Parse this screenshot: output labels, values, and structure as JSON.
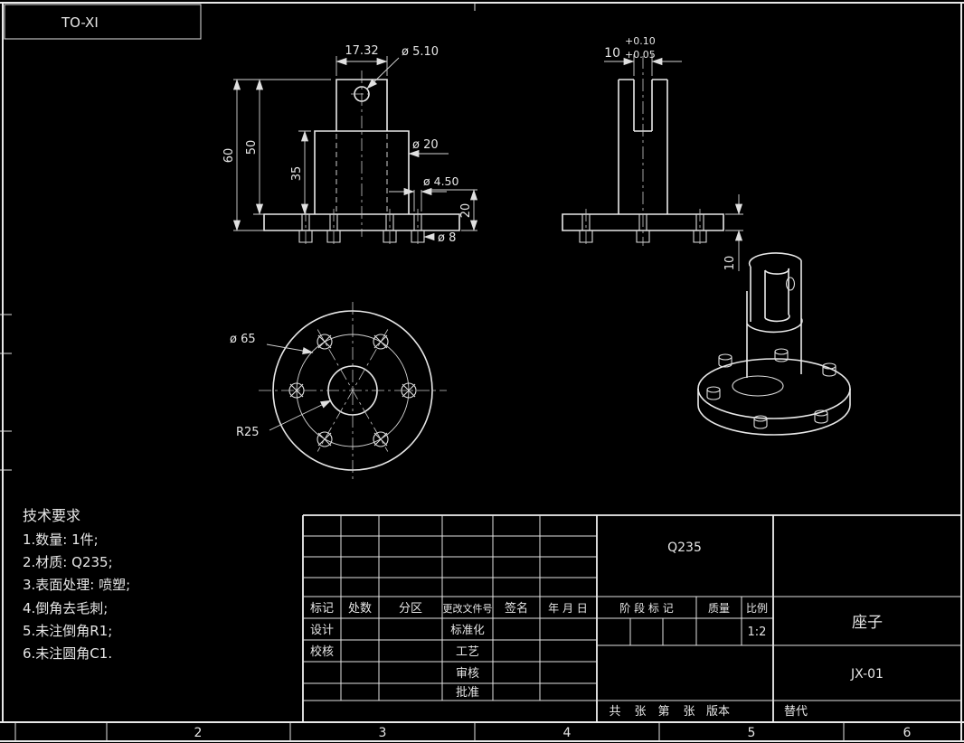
{
  "frame": {
    "zone_label": "TO-XI",
    "ruler": [
      "2",
      "3",
      "4",
      "5",
      "6"
    ]
  },
  "front_view": {
    "dim_top_width": "17.32",
    "dim_hole": "ø 5.10",
    "dim_height_total": "60",
    "dim_height_50": "50",
    "dim_height_35": "35",
    "dim_cylinder": "ø 20",
    "dim_small_hole": "ø 4.50",
    "dim_20": "20",
    "dim_bolt": "ø 8"
  },
  "side_view": {
    "dim_slot": "10",
    "tol_upper": "+0.10",
    "tol_lower": "+0.05",
    "dim_flange": "10"
  },
  "bottom_view": {
    "dim_bolt_circle": "ø 65",
    "dim_center_hole": "R25"
  },
  "tech_requirements": {
    "title": "技术要求",
    "items": [
      "1.数量: 1件;",
      "2.材质: Q235;",
      "3.表面处理: 喷塑;",
      "4.倒角去毛刺;",
      "5.未注倒角R1;",
      "6.未注圆角C1."
    ]
  },
  "title_block": {
    "material": "Q235",
    "part_name": "座子",
    "drawing_number": "JX-01",
    "scale_value": "1:2",
    "labels": {
      "mark": "标记",
      "count": "处数",
      "zone": "分区",
      "change_doc": "更改文件号",
      "signature": "签名",
      "date": "年 月 日",
      "design": "设计",
      "review": "校核",
      "standardize": "标准化",
      "process": "工艺",
      "audit": "审核",
      "approve": "批准",
      "stage_mark": "阶 段 标 记",
      "weight": "质量",
      "scale": "比例",
      "total": "共",
      "sheets": "张",
      "page": "第",
      "sheets2": "张",
      "version": "版本",
      "substitute": "替代"
    }
  }
}
